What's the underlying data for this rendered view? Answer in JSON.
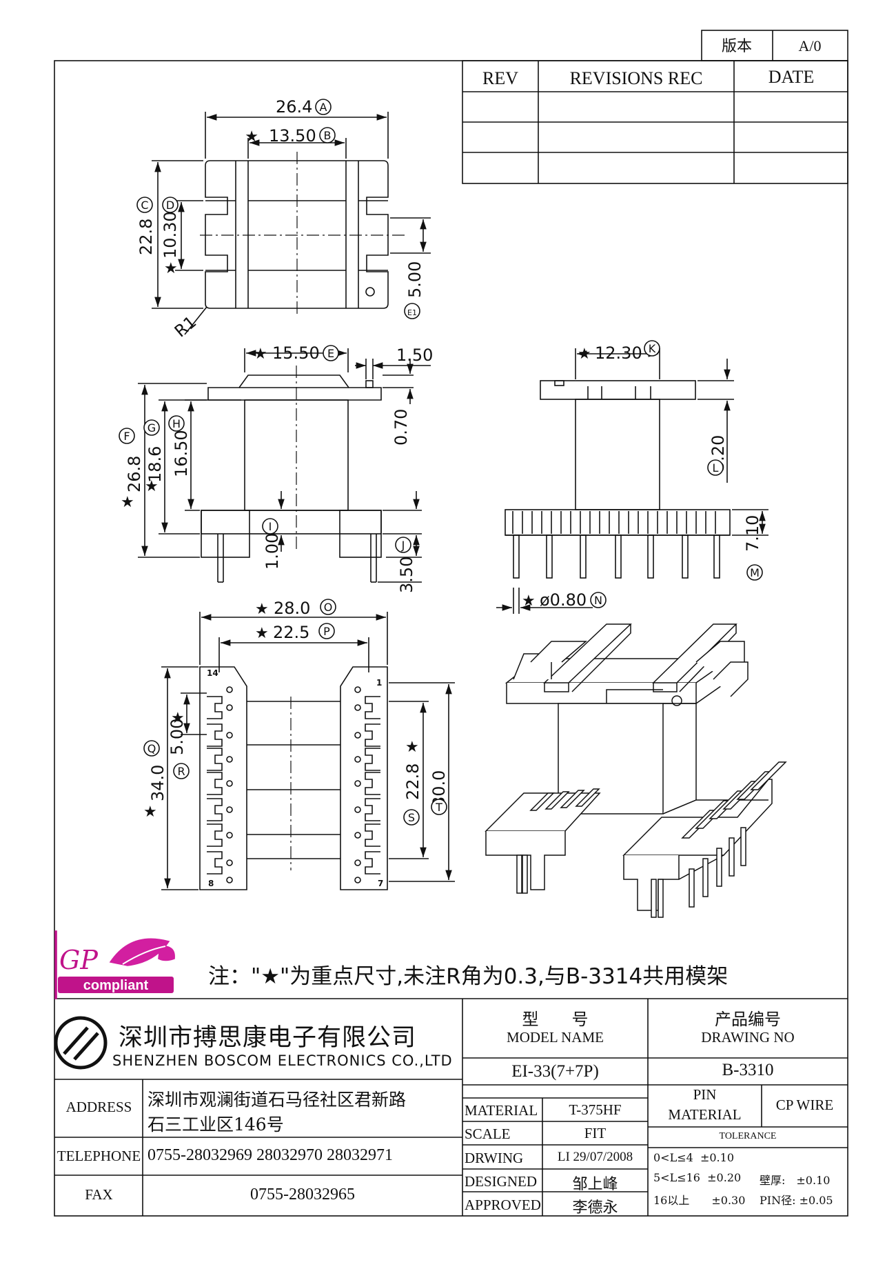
{
  "version_box": {
    "label": "版本",
    "value": "A/0"
  },
  "revisions": {
    "col_rev": "REV",
    "col_rec": "REVISIONS REC",
    "col_date": "DATE"
  },
  "dims": {
    "A": "26.4",
    "B": "13.50",
    "C": "22.8",
    "D": "10.30",
    "E1": "5.00",
    "R": "R1",
    "E": "15.50",
    "e150": "1.50",
    "e070": "0.70",
    "F": "26.8",
    "G": "18.6",
    "H": "16.50",
    "I": "1.00",
    "J": "3.50",
    "K": "12.30",
    "L": "3.20",
    "M": "7.10",
    "N": "ø0.80",
    "O": "28.0",
    "P": "22.5",
    "Q": "34.0",
    "Rv": "5.00",
    "S": "22.8",
    "T": "30.0"
  },
  "circle_labels": {
    "A": "A",
    "B": "B",
    "C": "C",
    "D": "D",
    "E1": "E1",
    "E": "E",
    "F": "F",
    "G": "G",
    "H": "H",
    "I": "I",
    "J": "J",
    "K": "K",
    "L": "L",
    "M": "M",
    "N": "N",
    "O": "O",
    "P": "P",
    "Q": "Q",
    "R": "R",
    "S": "S",
    "T": "T"
  },
  "pin_numbers": {
    "p14": "14",
    "p1": "1",
    "p8": "8",
    "p7": "7"
  },
  "logo": {
    "gp": "GP",
    "compliant": "compliant"
  },
  "note": "注：\"★\"为重点尺寸,未注R角为0.3,与B-3314共用模架",
  "company": {
    "name_cn": "深圳市搏思康电子有限公司",
    "name_en": "SHENZHEN BOSCOM ELECTRONICS CO.,LTD",
    "address_label": "ADDRESS",
    "address_line1": "深圳市观澜街道石马径社区君新路",
    "address_line2": "石三工业区146号",
    "telephone_label": "TELEPHONE",
    "telephone": "0755-28032969 28032970 28032971",
    "fax_label": "FAX",
    "fax": "0755-28032965"
  },
  "title_block": {
    "model_cn": "型　　号",
    "model_en": "MODEL NAME",
    "model_value": "EI-33(7+7P)",
    "drawing_cn": "产品编号",
    "drawing_en": "DRAWING NO",
    "drawing_value": "B-3310",
    "material_label": "MATERIAL",
    "material_value": "T-375HF",
    "scale_label": "SCALE",
    "scale_value": "FIT",
    "drwing_label": "DRWING",
    "drwing_value": "LI 29/07/2008",
    "designed_label": "DESIGNED",
    "designed_value": "邹上峰",
    "approved_label": "APPROVED",
    "approved_value": "李德永",
    "pin_label_1": "PIN",
    "pin_label_2": "MATERIAL",
    "pin_value": "CP WIRE",
    "tolerance_label": "TOLERANCE",
    "tol1": "0<L≤4  ±0.10",
    "tol2": "5<L≤16  ±0.20",
    "tol3": "16以上　　±0.30",
    "wall": "壁厚:　±0.10",
    "pin_dia": "PIN径: ±0.05"
  }
}
